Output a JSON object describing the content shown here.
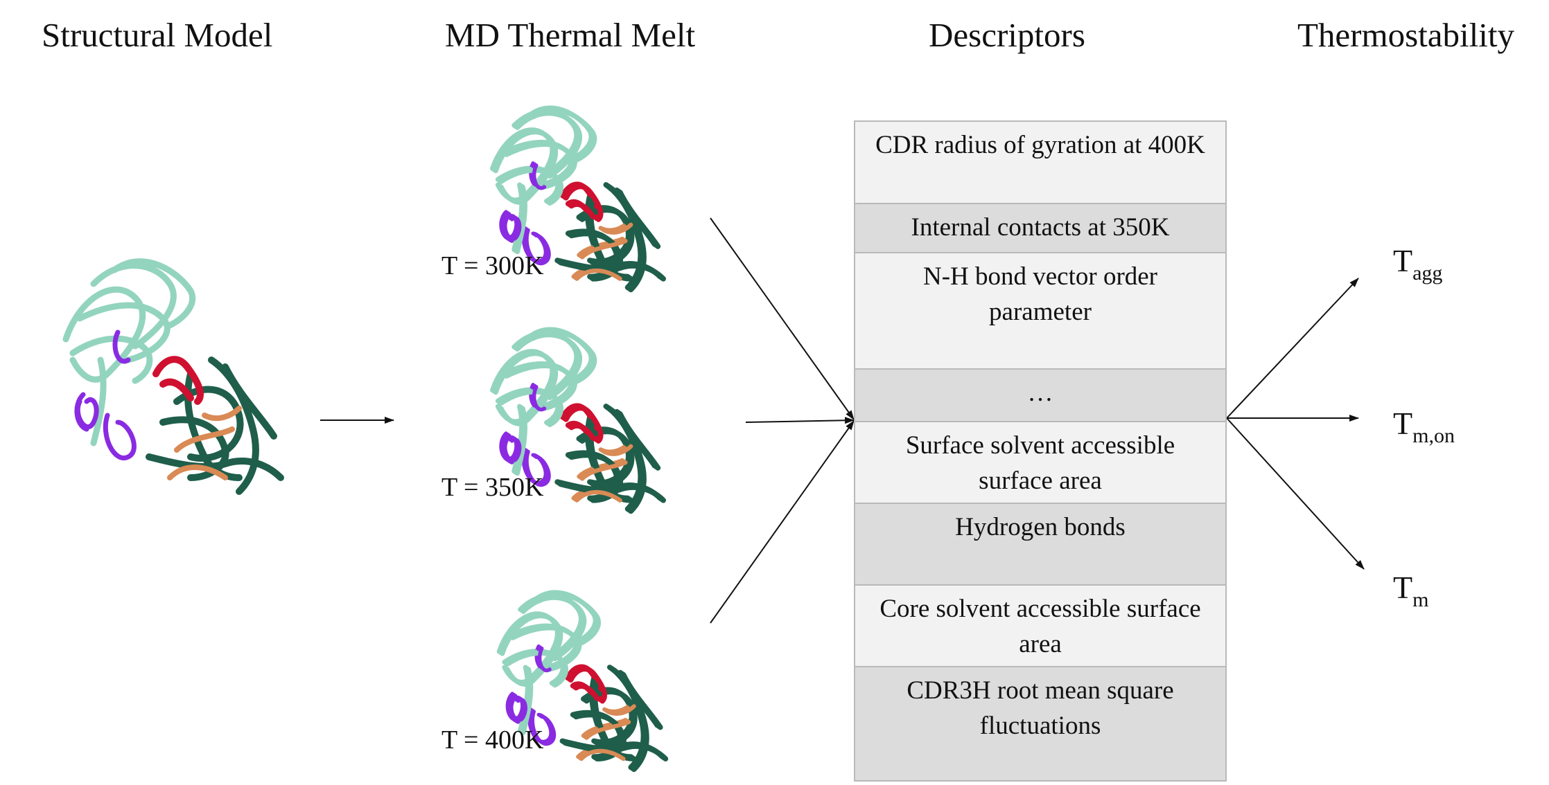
{
  "headers": {
    "structural_model": "Structural Model",
    "md_thermal_melt": "MD Thermal Melt",
    "descriptors": "Descriptors",
    "thermostability": "Thermostability"
  },
  "temperatures": [
    "T = 300K",
    "T = 350K",
    "T = 400K"
  ],
  "descriptor_rows": [
    {
      "label": "CDR radius of gyration at 400K",
      "shade": "light"
    },
    {
      "label": "Internal contacts at 350K",
      "shade": "dark"
    },
    {
      "label": "N-H bond vector order parameter",
      "shade": "light"
    },
    {
      "label": "…",
      "shade": "dark"
    },
    {
      "label": "Surface solvent accessible surface area",
      "shade": "light"
    },
    {
      "label": "Hydrogen bonds",
      "shade": "dark"
    },
    {
      "label": "Core solvent accessible surface area",
      "shade": "light"
    },
    {
      "label": "CDR3H root mean square fluctuations",
      "shade": "dark"
    }
  ],
  "outputs": [
    {
      "main": "T",
      "sub": "agg"
    },
    {
      "main": "T",
      "sub": "m,on"
    },
    {
      "main": "T",
      "sub": "m"
    }
  ],
  "colors": {
    "framework_light": "#93d4bf",
    "framework_dark": "#1f5e4a",
    "cdr_purple": "#8a2be2",
    "cdr_red": "#d01030",
    "cdr_orange": "#d98a55"
  }
}
